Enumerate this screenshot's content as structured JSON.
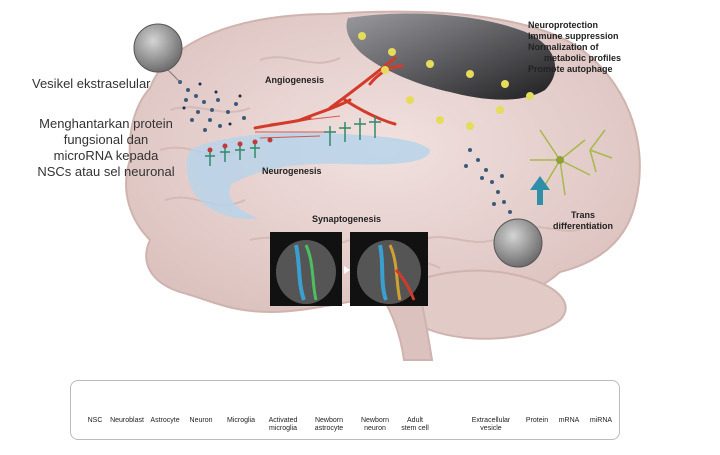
{
  "left_notes": {
    "vesicle": "Vesikel ekstraselular",
    "delivery": "Menghantarkan protein fungsional dan microRNA kepada NSCs atau sel neuronal"
  },
  "regions": {
    "angiogenesis": "Angiogenesis",
    "neurogenesis": "Neurogenesis",
    "synaptogenesis": "Synaptogenesis",
    "trans_1": "Trans",
    "trans_2": "differentiation"
  },
  "effects": {
    "line1": "Neuroprotection",
    "line2": "Immune suppression",
    "line3": "Normalization of",
    "line4": "metabolic profiles",
    "line5": "Promote autophage"
  },
  "legend": {
    "nsc": "NSC",
    "neuroblast": "Neuroblast",
    "astrocyte": "Astrocyte",
    "neuron": "Neuron",
    "microglia": "Microglia",
    "activated_1": "Activated",
    "activated_2": "microglia",
    "newborn_astro_1": "Newborn",
    "newborn_astro_2": "astrocyte",
    "newborn_neuron_1": "Newborn",
    "newborn_neuron_2": "neuron",
    "adult_1": "Adult",
    "adult_2": "stem cell",
    "ev_1": "Extracellular",
    "ev_2": "vesicle",
    "protein": "Protein",
    "mrna": "mRNA",
    "mirna": "miRNA"
  },
  "colors": {
    "brain": "#e9d5d3",
    "brain_shade": "#d9bebb",
    "vessel": "#d43a2a",
    "ventricle": "#b9d3ea",
    "cortex_dark": "#3a3a3e",
    "microglia": "#e4dc5a",
    "axon": "#2e8ab8"
  }
}
